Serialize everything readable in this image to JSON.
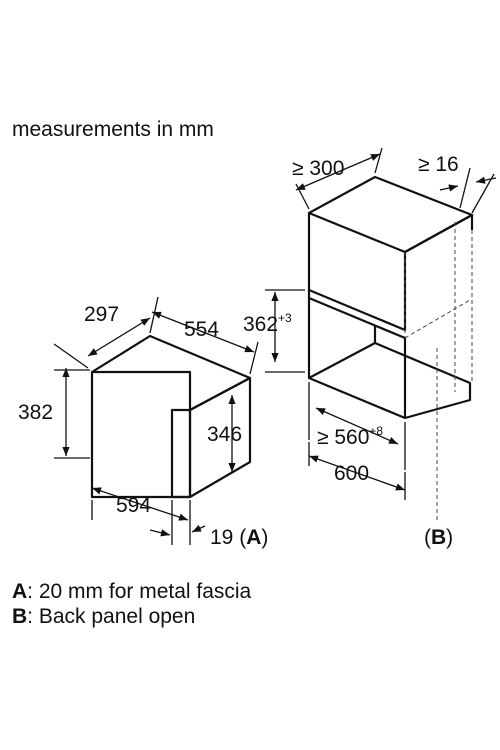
{
  "title": "measurements in mm",
  "appliance": {
    "depth": "297",
    "width_top": "554",
    "height": "382",
    "inner_height": "346",
    "width": "594",
    "fascia": "19",
    "fascia_ref": "A"
  },
  "niche": {
    "min_depth": "≥ 300",
    "side_gap": "≥ 16",
    "opening_height": "362",
    "opening_height_tol": "+3",
    "min_width": "≥ 560",
    "min_width_tol": "+8",
    "width": "600",
    "back_ref": "B"
  },
  "legend": [
    {
      "key": "A",
      "text": ": 20 mm for metal fascia"
    },
    {
      "key": "B",
      "text": ": Back panel open"
    }
  ]
}
